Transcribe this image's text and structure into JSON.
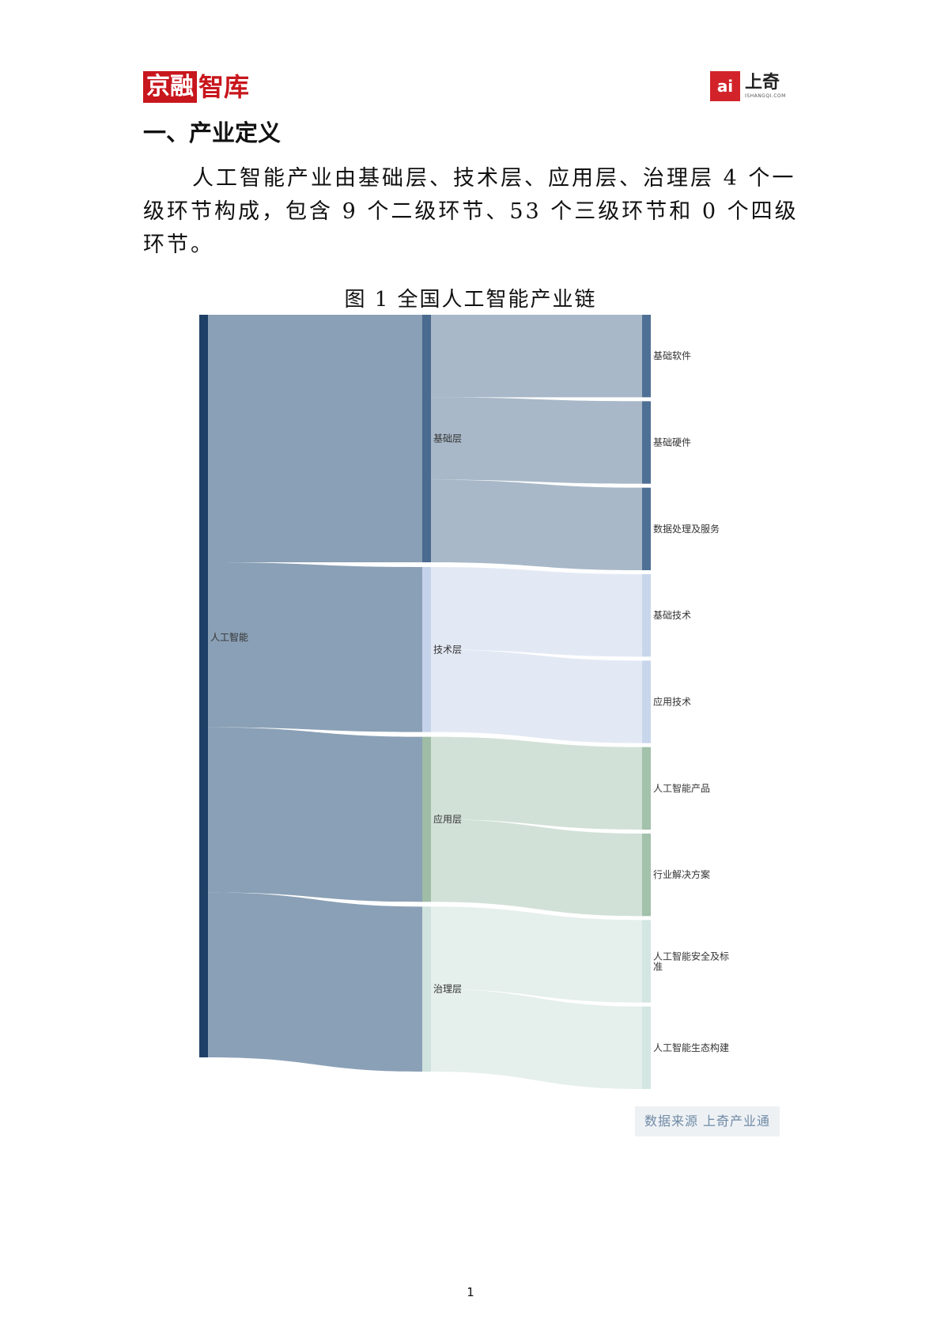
{
  "header": {
    "left_logo": {
      "boxed": "京融",
      "text": "智库"
    },
    "right_logo": {
      "mark": "ai",
      "name": "上奇",
      "url": "ISHANGQI.COM"
    }
  },
  "section_heading": "一、产业定义",
  "paragraph": "人工智能产业由基础层、技术层、应用层、治理层 4 个一级环节构成，包含 9 个二级环节、53 个三级环节和 0 个四级环节。",
  "figure": {
    "title": "图 1  全国人工智能产业链",
    "source": "数据来源 上奇产业通"
  },
  "chart_data": {
    "type": "sankey",
    "nodes": [
      {
        "id": "root",
        "label": "人工智能",
        "level": 0,
        "color": "#1e3f66"
      },
      {
        "id": "l1-0",
        "label": "基础层",
        "level": 1,
        "color": "#4a6a8f"
      },
      {
        "id": "l1-1",
        "label": "技术层",
        "level": 1,
        "color": "#c5d3ea"
      },
      {
        "id": "l1-2",
        "label": "应用层",
        "level": 1,
        "color": "#9ebca6"
      },
      {
        "id": "l1-3",
        "label": "治理层",
        "level": 1,
        "color": "#cfe2de"
      },
      {
        "id": "l2-0",
        "label": "基础软件",
        "level": 2,
        "color": "#4f7095"
      },
      {
        "id": "l2-1",
        "label": "基础硬件",
        "level": 2,
        "color": "#4f7095"
      },
      {
        "id": "l2-2",
        "label": "数据处理及服务",
        "level": 2,
        "color": "#4f7095"
      },
      {
        "id": "l2-3",
        "label": "基础技术",
        "level": 2,
        "color": "#c8d6ec"
      },
      {
        "id": "l2-4",
        "label": "应用技术",
        "level": 2,
        "color": "#c8d6ec"
      },
      {
        "id": "l2-5",
        "label": "人工智能产品",
        "level": 2,
        "color": "#a3c1ab"
      },
      {
        "id": "l2-6",
        "label": "行业解决方案",
        "level": 2,
        "color": "#a3c1ab"
      },
      {
        "id": "l2-7",
        "label": "人工智能安全及标准",
        "level": 2,
        "color": "#d3e6e2"
      },
      {
        "id": "l2-8",
        "label": "人工智能生态构建",
        "level": 2,
        "color": "#d3e6e2"
      }
    ],
    "links": [
      {
        "source": "root",
        "target": "l1-0",
        "value": 3,
        "color": "#8aa0b6"
      },
      {
        "source": "root",
        "target": "l1-1",
        "value": 2,
        "color": "#8aa0b6"
      },
      {
        "source": "root",
        "target": "l1-2",
        "value": 2,
        "color": "#8aa0b6"
      },
      {
        "source": "root",
        "target": "l1-3",
        "value": 2,
        "color": "#8aa0b6"
      },
      {
        "source": "l1-0",
        "target": "l2-0",
        "value": 1,
        "color": "#a8b8c8"
      },
      {
        "source": "l1-0",
        "target": "l2-1",
        "value": 1,
        "color": "#a8b8c8"
      },
      {
        "source": "l1-0",
        "target": "l2-2",
        "value": 1,
        "color": "#a8b8c8"
      },
      {
        "source": "l1-1",
        "target": "l2-3",
        "value": 1,
        "color": "#e3e9f4"
      },
      {
        "source": "l1-1",
        "target": "l2-4",
        "value": 1,
        "color": "#e3e9f4"
      },
      {
        "source": "l1-2",
        "target": "l2-5",
        "value": 1,
        "color": "#d2e1d7"
      },
      {
        "source": "l1-2",
        "target": "l2-6",
        "value": 1,
        "color": "#d2e1d7"
      },
      {
        "source": "l1-3",
        "target": "l2-7",
        "value": 1,
        "color": "#e5efec"
      },
      {
        "source": "l1-3",
        "target": "l2-8",
        "value": 1,
        "color": "#e5efec"
      }
    ]
  },
  "page_number": "1"
}
